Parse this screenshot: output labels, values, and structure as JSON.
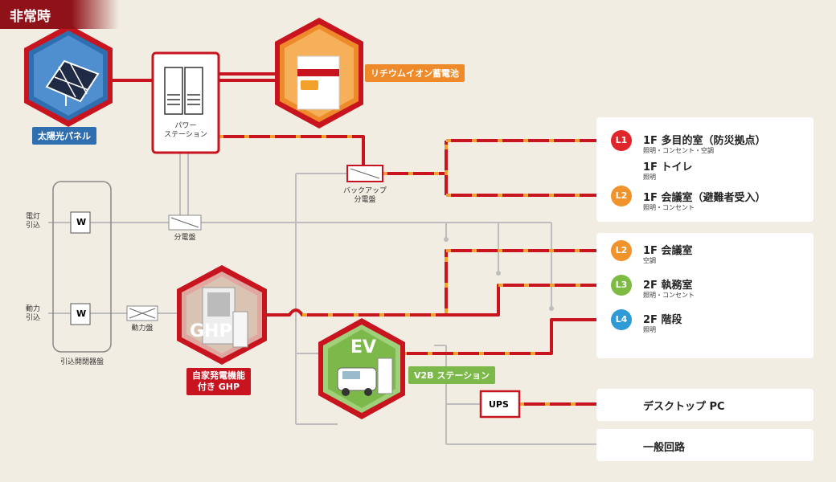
{
  "header": {
    "title": "非常時"
  },
  "components": {
    "solar": "太陽光パネル",
    "power_station": "パワー\nステーション",
    "battery": "リチウムイオン蓄電池",
    "backup_panel": "バックアップ\n分電盤",
    "distribution_panel": "分電盤",
    "power_panel": "動力盤",
    "ghp_label": "自家発電機能\n付き GHP",
    "ghp_icon_text": "GHP",
    "ev_icon_text": "EV",
    "v2b": "V2B ステーション",
    "ups": "UPS",
    "incoming_switchboard": "引込開閉器盤",
    "lighting_incoming": "電灯\n引込",
    "power_incoming": "動力\n引込",
    "meter_symbol": "W"
  },
  "rooms": [
    {
      "code": "L1",
      "color": "#e0252b",
      "title": "1F 多目的室（防災拠点）",
      "sub": "照明・コンセント・空調"
    },
    {
      "code": "",
      "color": "",
      "title": "1F トイレ",
      "sub": "照明"
    },
    {
      "code": "L2",
      "color": "#f0932b",
      "title": "1F 会議室（避難者受入）",
      "sub": "照明・コンセント"
    },
    {
      "code": "L2",
      "color": "#f0932b",
      "title": "1F 会議室",
      "sub": "空調"
    },
    {
      "code": "L3",
      "color": "#7dbb42",
      "title": "2F 執務室",
      "sub": "照明・コンセント"
    },
    {
      "code": "L4",
      "color": "#2e9ad6",
      "title": "2F 階段",
      "sub": "照明"
    }
  ],
  "outlets": {
    "desktop": "デスクトップ PC",
    "general": "一般回路"
  },
  "colors": {
    "red_line": "#c8141e",
    "dash": "#f2a22b",
    "gray_line": "#bdbdbd",
    "solar_blue": "#2f6fb0",
    "battery_orange": "#ef8a2a",
    "ghp_red": "#c8141e",
    "ev_green": "#7cb94a"
  }
}
